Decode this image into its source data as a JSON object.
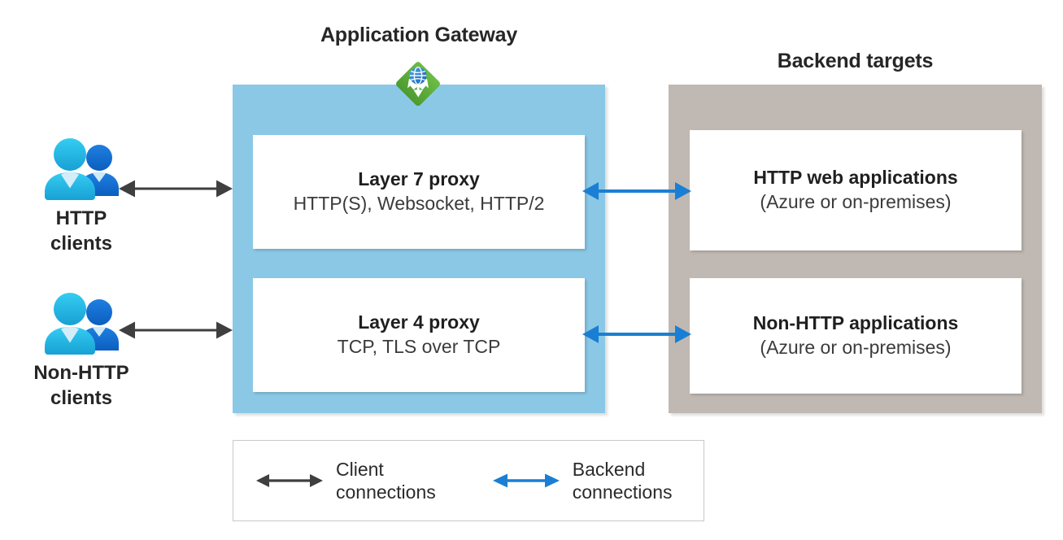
{
  "diagram": {
    "title_gateway": "Application Gateway",
    "title_backend": "Backend targets",
    "colors": {
      "gateway_panel": "#8ac8e6",
      "backend_panel": "#c0b9b3",
      "client_arrow": "#3f3f3f",
      "backend_arrow": "#1a7fd4",
      "gateway_icon_green": "#57a63a",
      "user_front": "#29c5f0",
      "user_back": "#0f6fd0",
      "text": "#262626"
    }
  },
  "clients": [
    {
      "id": "http-clients",
      "label_line1": "HTTP",
      "label_line2": "clients",
      "icon": "users-icon"
    },
    {
      "id": "non-http-clients",
      "label_line1": "Non-HTTP",
      "label_line2": "clients",
      "icon": "users-icon"
    }
  ],
  "gateway": {
    "icon": "application-gateway-icon",
    "cards": [
      {
        "id": "layer-7-proxy",
        "title": "Layer 7 proxy",
        "subtitle": "HTTP(S), Websocket, HTTP/2"
      },
      {
        "id": "layer-4-proxy",
        "title": "Layer 4 proxy",
        "subtitle": "TCP, TLS over TCP"
      }
    ]
  },
  "backend": {
    "cards": [
      {
        "id": "http-web-applications",
        "title": "HTTP web applications",
        "subtitle": "(Azure or on-premises)"
      },
      {
        "id": "non-http-applications",
        "title": "Non-HTTP applications",
        "subtitle": "(Azure or on-premises)"
      }
    ]
  },
  "legend": {
    "items": [
      {
        "id": "client-connections",
        "line1": "Client",
        "line2": "connections",
        "arrow": "double-arrow-black"
      },
      {
        "id": "backend-connections",
        "line1": "Backend",
        "line2": "connections",
        "arrow": "double-arrow-blue"
      }
    ]
  }
}
